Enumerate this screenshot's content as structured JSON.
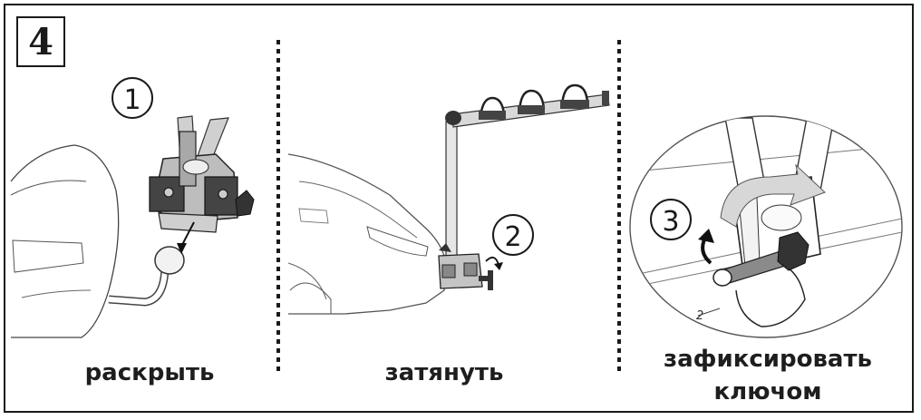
{
  "step_number": "4",
  "panels": [
    {
      "circle_number": "1",
      "caption": "раскрыть"
    },
    {
      "circle_number": "2",
      "caption": "затянуть"
    },
    {
      "circle_number": "3",
      "caption_line1": "зафиксировать",
      "caption_line2": "ключом",
      "part_label": "2"
    }
  ],
  "colors": {
    "ink": "#1a1a1a",
    "metal_light": "#d9d9d9",
    "metal_mid": "#9a9a9a",
    "metal_dark": "#333333"
  }
}
